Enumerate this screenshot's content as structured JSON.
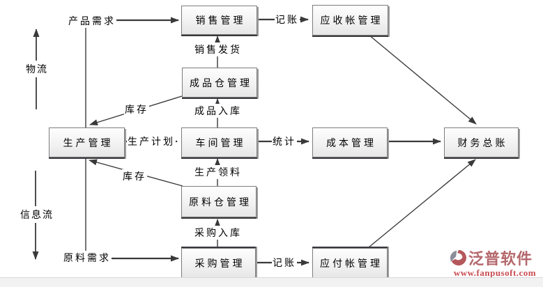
{
  "diagram": {
    "nodes": {
      "sales": "销售管理",
      "receivables": "应收帐管理",
      "finished_store": "成品仓管理",
      "production": "生产管理",
      "workshop": "车间管理",
      "cost": "成本管理",
      "ledger": "财务总账",
      "raw_store": "原料仓管理",
      "purchasing": "采购管理",
      "payables": "应付帐管理"
    },
    "edge_labels": {
      "product_demand": "产品需求",
      "bookkeeping_top": "记账",
      "sales_shipping": "销售发货",
      "stock_top": "库存",
      "finished_in": "成品入库",
      "production_plan": "生产计划",
      "statistics": "统计",
      "production_picking": "生产领料",
      "stock_bottom": "库存",
      "purchase_in": "采购入库",
      "raw_demand": "原料需求",
      "bookkeeping_bottom": "记账"
    },
    "flow_labels": {
      "material_flow": "物流",
      "info_flow": "信息流"
    }
  },
  "watermark": {
    "brand": "泛普软件",
    "url": "www.fanpusoft.com",
    "brand_color": "#b4676b",
    "url_color": "#c84a4f"
  }
}
